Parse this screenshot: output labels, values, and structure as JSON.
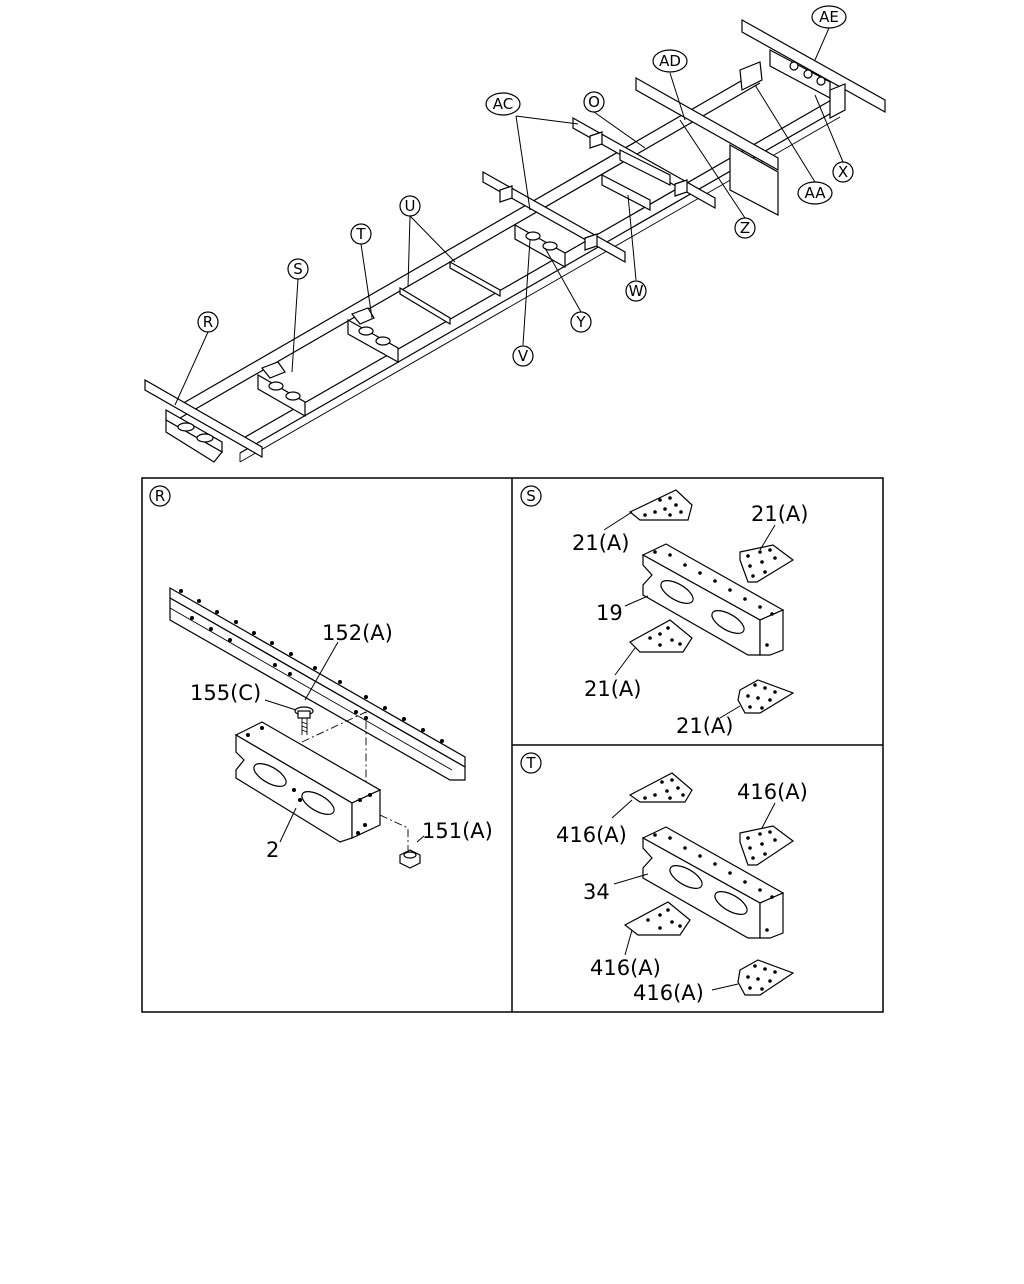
{
  "overview": {
    "callouts": [
      "AE",
      "AD",
      "AC",
      "O",
      "X",
      "AA",
      "Z",
      "W",
      "U",
      "T",
      "S",
      "R",
      "Y",
      "V"
    ]
  },
  "panels": {
    "R": {
      "badge": "R",
      "labels": {
        "crossmember": "2",
        "reinforcement": "152(A)",
        "bolt": "155(C)",
        "nut": "151(A)"
      }
    },
    "S": {
      "badge": "S",
      "labels": {
        "crossmember": "19",
        "gusset_top_left": "21(A)",
        "gusset_top_right": "21(A)",
        "gusset_bottom_left": "21(A)",
        "gusset_bottom_right": "21(A)"
      }
    },
    "T": {
      "badge": "T",
      "labels": {
        "crossmember": "34",
        "gusset_top_left": "416(A)",
        "gusset_top_right": "416(A)",
        "gusset_bottom_left": "416(A)",
        "gusset_bottom_right": "416(A)"
      }
    }
  }
}
